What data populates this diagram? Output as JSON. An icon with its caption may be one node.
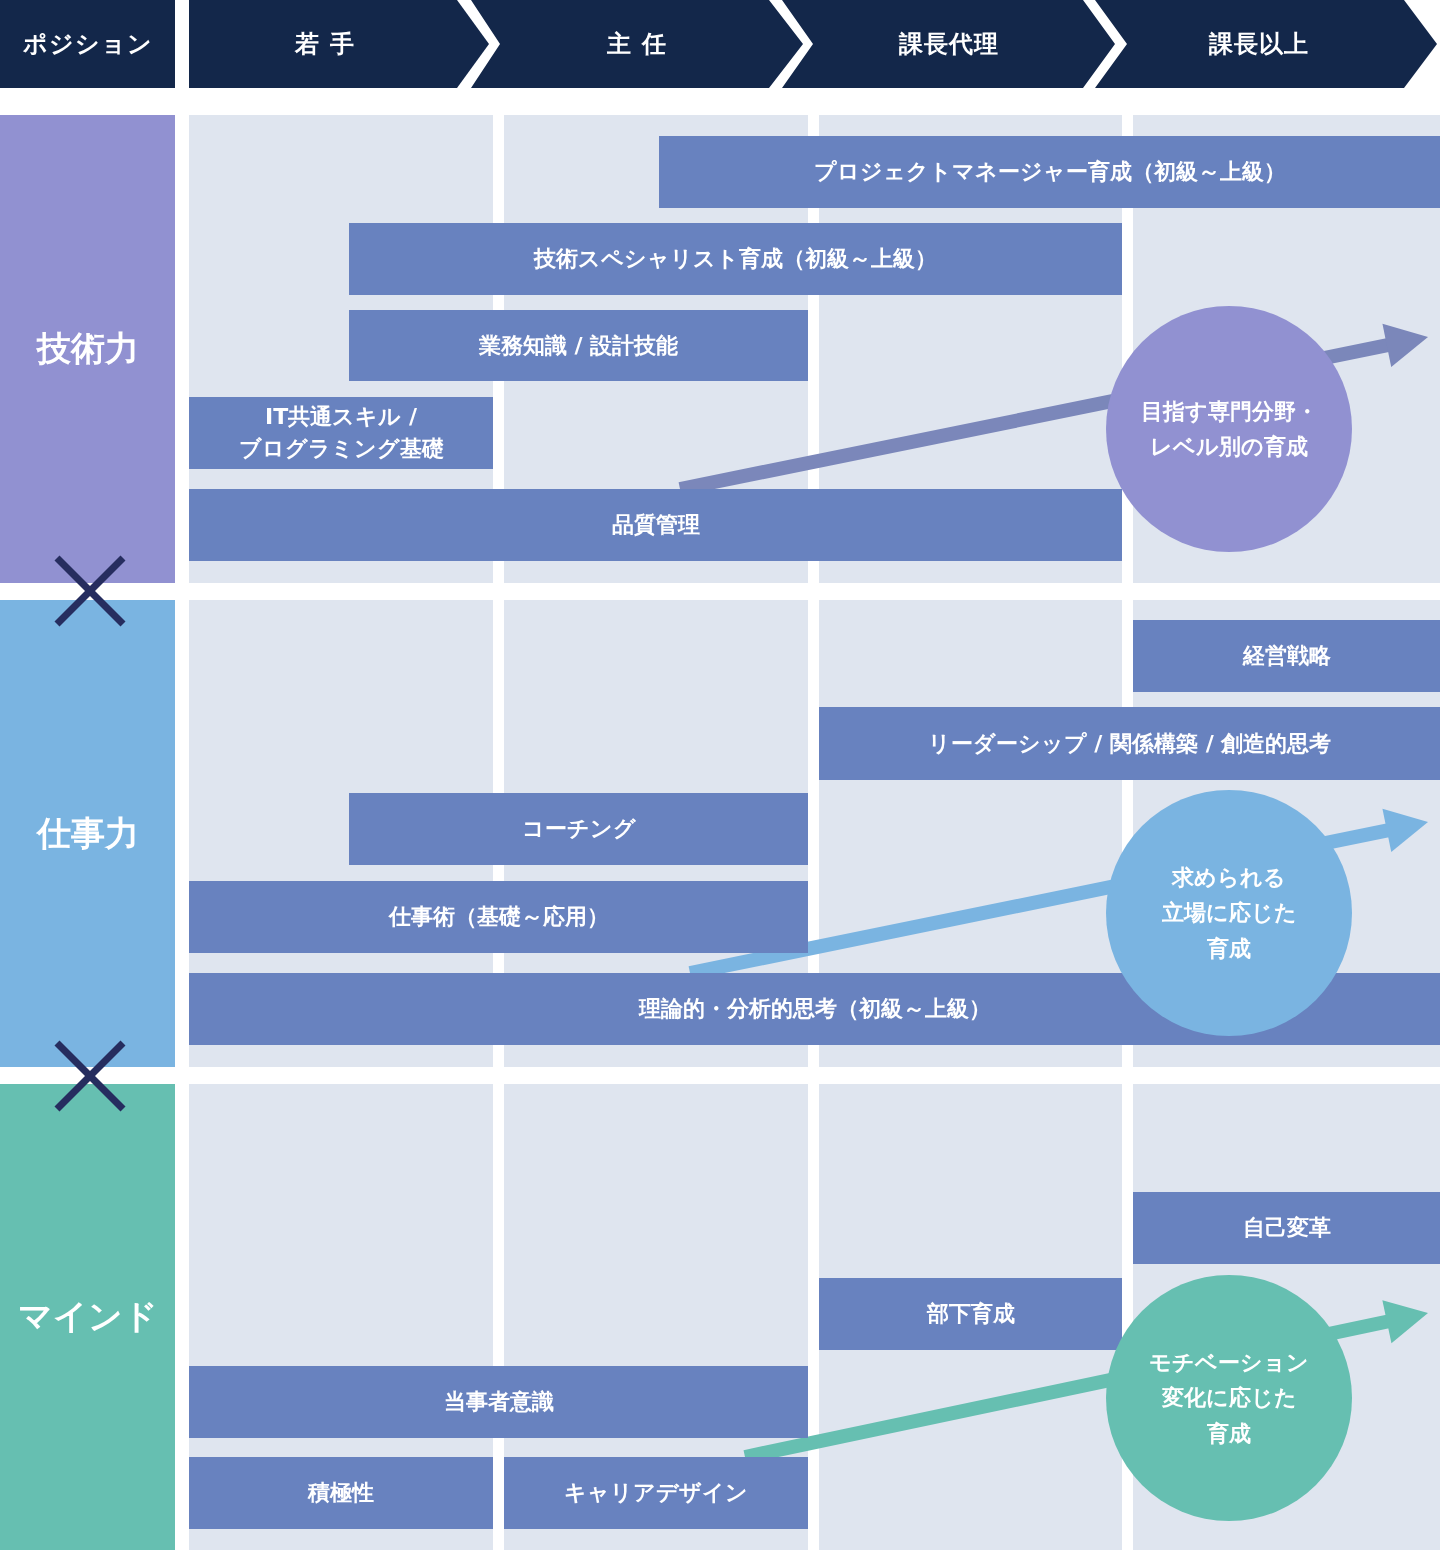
{
  "diagram": {
    "nodes": [
      {
        "text": [
          "ポジション"
        ]
      },
      {
        "text": [
          "若 手"
        ]
      },
      {
        "text": [
          "主 任"
        ]
      },
      {
        "text": [
          "課長代理"
        ]
      },
      {
        "text": [
          "課長以上"
        ]
      },
      {
        "text": [
          "技術力"
        ]
      },
      {
        "text": [
          "プロジェクトマネージャー育成（初級～上級）"
        ]
      },
      {
        "text": [
          "技術スペシャリスト育成（初級～上級）"
        ]
      },
      {
        "text": [
          "業務知識 / 設計技能"
        ]
      },
      {
        "text": [
          "IT共通スキル / ブログラミング基礎"
        ]
      },
      {
        "text": [
          "品質管理"
        ]
      },
      {
        "text": [
          "目指す専門分野・レベル別の育成"
        ]
      },
      {
        "text": [
          "仕事力"
        ]
      },
      {
        "text": [
          "経営戦略"
        ]
      },
      {
        "text": [
          "リーダーシップ / 関係構築 / 創造的思考"
        ]
      },
      {
        "text": [
          "コーチング"
        ]
      },
      {
        "text": [
          "仕事術（基礎～応用）"
        ]
      },
      {
        "text": [
          "理論的・分析的思考（初級～上級）"
        ]
      },
      {
        "text": [
          "求められる立場に応じた育成"
        ]
      },
      {
        "text": [
          "マインド"
        ]
      },
      {
        "text": [
          "自己変革"
        ]
      },
      {
        "text": [
          "部下育成"
        ]
      },
      {
        "text": [
          "当事者意識"
        ]
      },
      {
        "text": [
          "積極性"
        ]
      },
      {
        "text": [
          "キャリアデザイン"
        ]
      },
      {
        "text": [
          "モチベーション変化に応じた育成"
        ]
      }
    ]
  }
}
